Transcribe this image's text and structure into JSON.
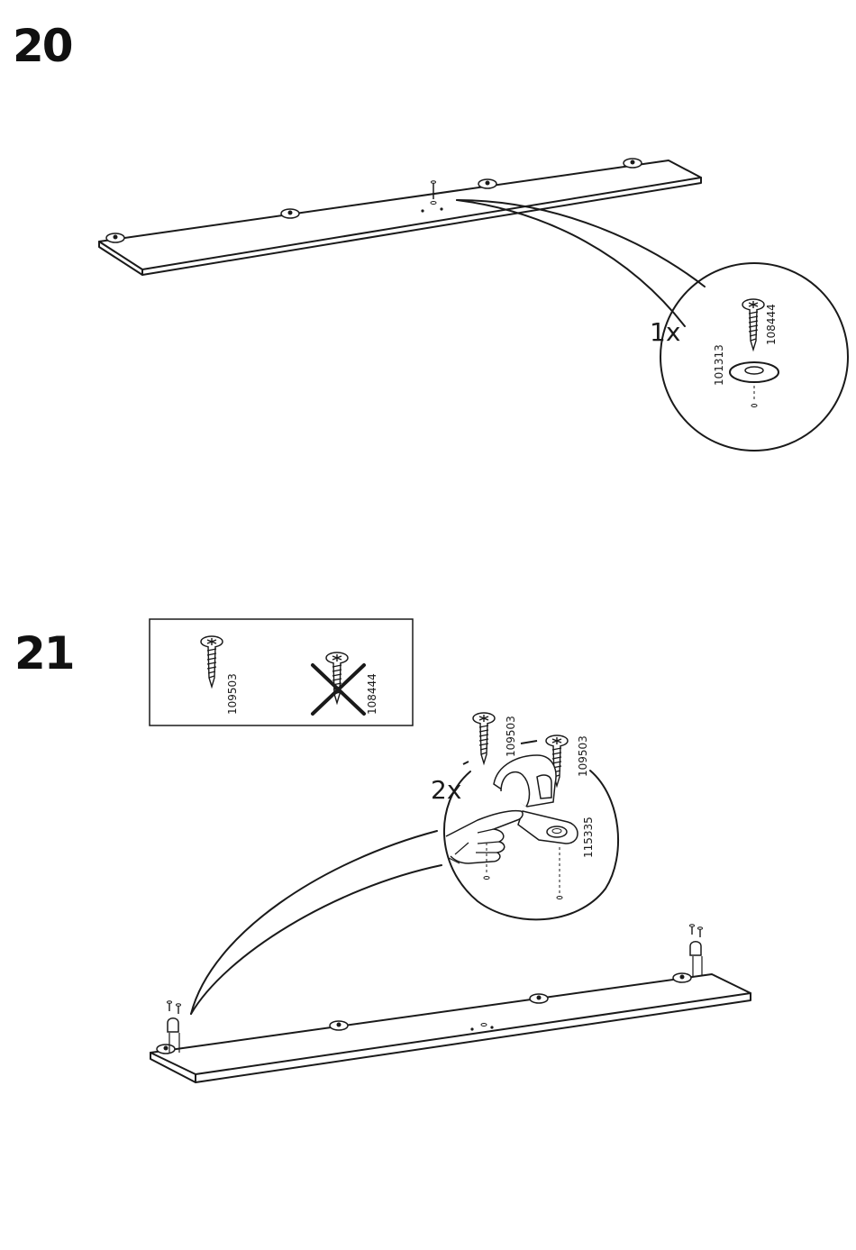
{
  "steps": [
    {
      "number": "20",
      "quantity": "1x",
      "part_labels": [
        "101313",
        "108444"
      ]
    },
    {
      "number": "21",
      "legend": {
        "allowed_part": "109503",
        "not_allowed_part": "108444"
      },
      "quantity": "2x",
      "part_labels": [
        "109503",
        "109503",
        "115335"
      ]
    }
  ],
  "icons": {
    "screw": "screw-icon",
    "washer": "washer-icon",
    "bracket": "bracket-icon",
    "hand": "hand-pointing-icon",
    "cross": "cross-out-icon"
  }
}
